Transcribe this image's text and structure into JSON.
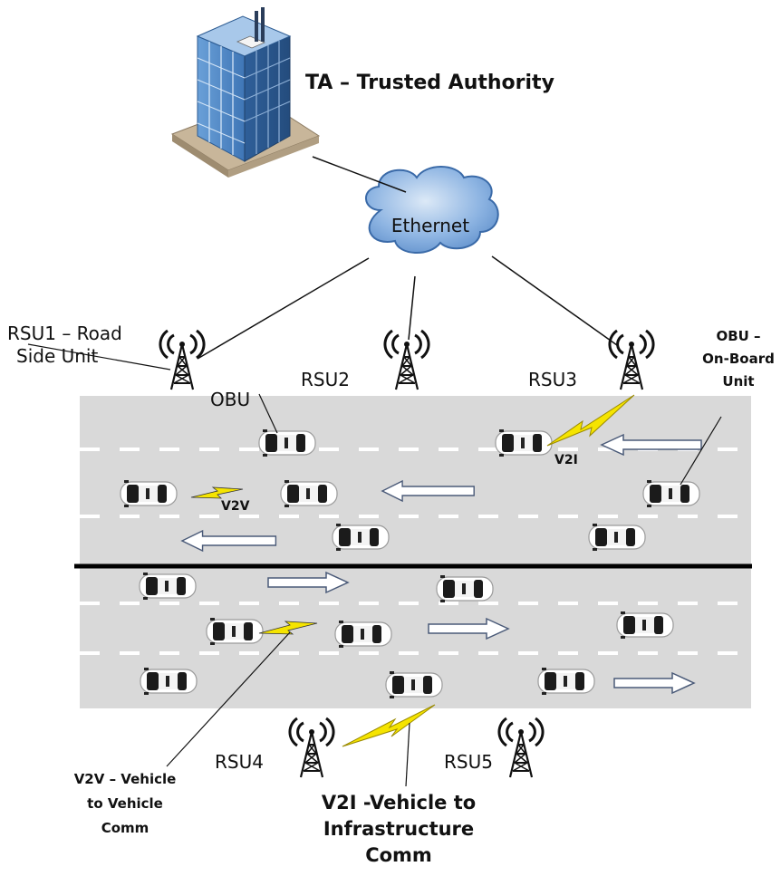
{
  "labels": {
    "ta": "TA – Trusted Authority",
    "ethernet": "Ethernet",
    "rsu1_line1": "RSU1 – Road",
    "rsu1_line2": "Side Unit",
    "rsu2": "RSU2",
    "rsu3": "RSU3",
    "rsu4": "RSU4",
    "rsu5": "RSU5",
    "obu_short": "OBU",
    "obu_line1": "OBU –",
    "obu_line2": "On-Board",
    "obu_line3": "Unit",
    "v2v_road": "V2V",
    "v2i_road": "V2I",
    "v2v_line1": "V2V – Vehicle",
    "v2v_line2": "to Vehicle",
    "v2v_line3": "Comm",
    "v2i_line1": "V2I -Vehicle to",
    "v2i_line2": "Infrastructure",
    "v2i_line3": "Comm"
  },
  "colors": {
    "road": "#d9d9d9",
    "divider": "#000000",
    "lane_marking": "#ffffff",
    "lightning": "#f5e400",
    "cloud": "#6f9fd8",
    "building": "#4f86c6"
  }
}
